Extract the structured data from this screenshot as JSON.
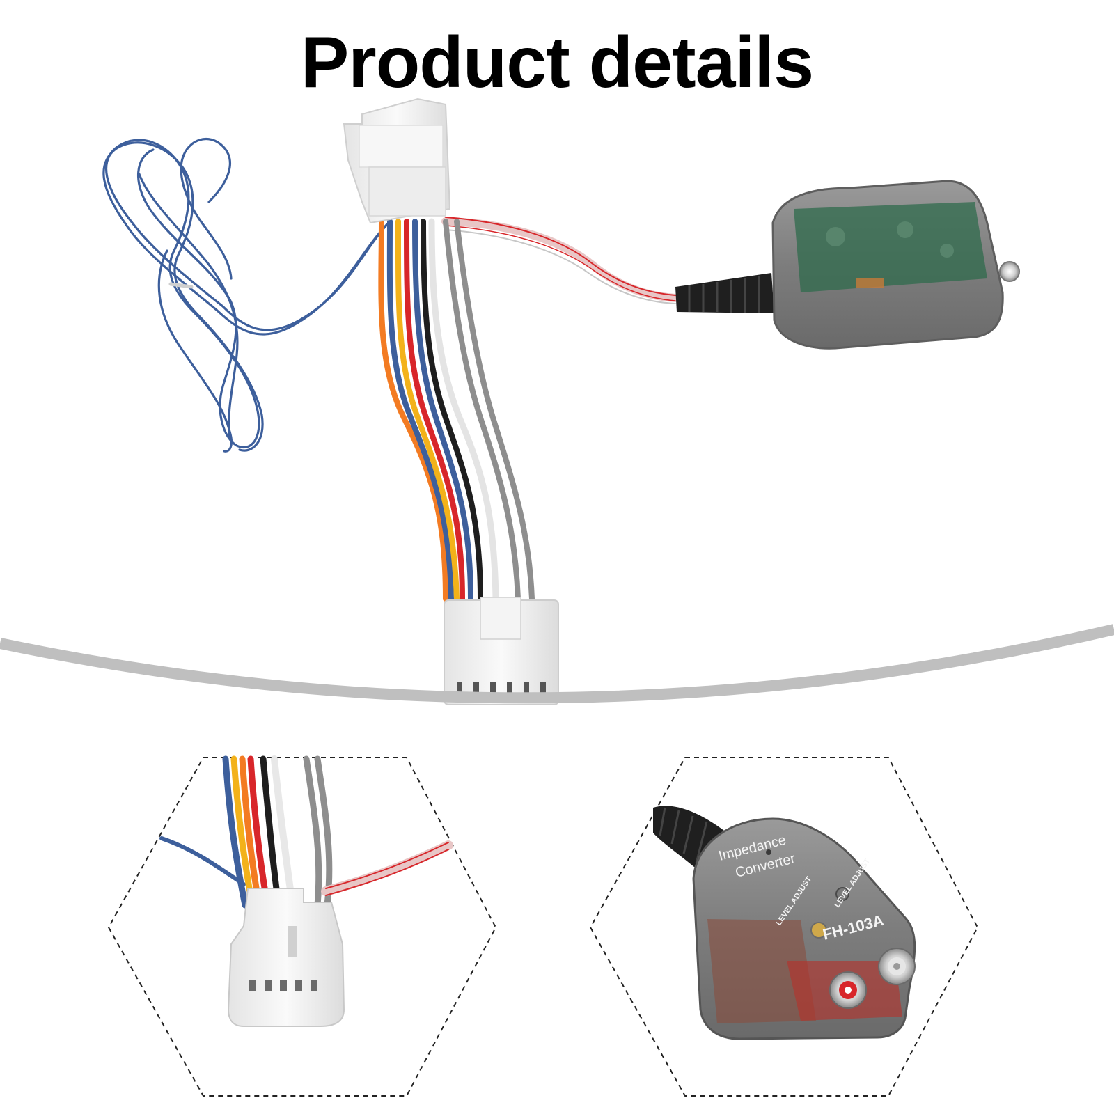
{
  "title": "Product details",
  "device": {
    "name_line1": "Impedance",
    "name_line2": "Converter",
    "knob_label": "LEVEL ADJUST",
    "model": "FH-103A"
  },
  "colors": {
    "background": "#ffffff",
    "divider_arc": "#bfbfbf",
    "connector": "#f1f1f1",
    "converter_shell": "#8a8a8a",
    "wire_blue": "#3d5f9c",
    "wire_orange": "#f37b22",
    "wire_yellow": "#f3b21a",
    "wire_red": "#d8262a",
    "wire_black": "#1e1e1e",
    "wire_white": "#f5f5f5",
    "wire_gray": "#8e8e8e"
  }
}
